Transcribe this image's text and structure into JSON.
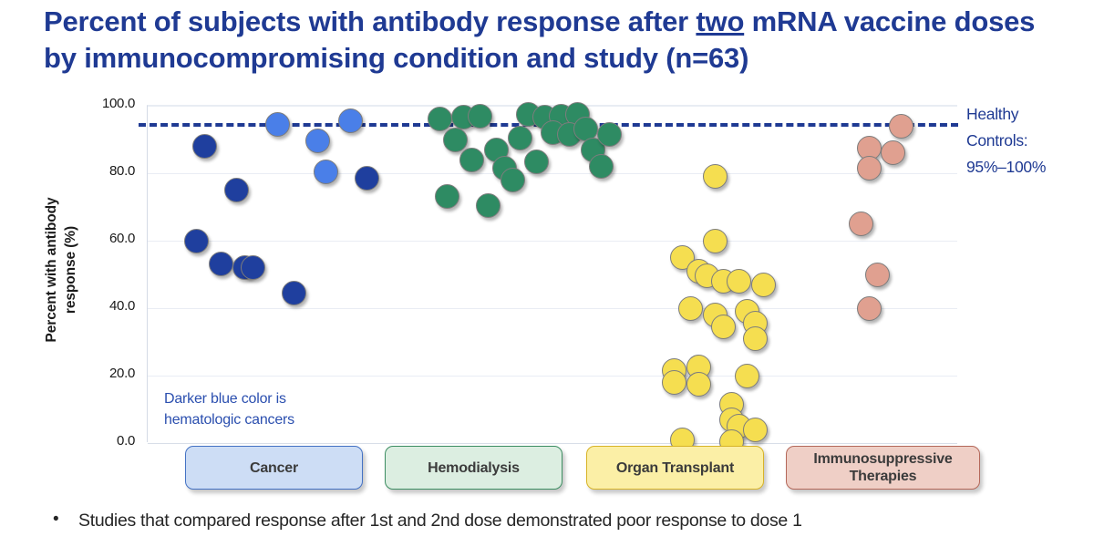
{
  "title": {
    "line1_pre": "Percent of subjects with antibody response after ",
    "line1_underlined": "two",
    "line1_post": " mRNA vaccine",
    "line2": "doses by immunocompromising condition and study (n=63)"
  },
  "annotations": {
    "healthy_controls": "Healthy Controls: 95%–100%",
    "healthy_controls_l1": "Healthy",
    "healthy_controls_l2": "Controls:",
    "healthy_controls_l3": "95%–100%",
    "blue_note_l1": "Darker blue color is",
    "blue_note_l2": "hematologic cancers"
  },
  "bullet": {
    "marker": "•",
    "text": "Studies that compared response after 1st and 2nd dose demonstrated poor response to dose 1"
  },
  "categories": [
    {
      "label": "Cancer",
      "fill": "#CDDDF5",
      "border": "#4472C4"
    },
    {
      "label": "Hemodialysis",
      "fill": "#DCEEE1",
      "border": "#3E8E63"
    },
    {
      "label": "Organ Transplant",
      "fill": "#FBEFA6",
      "border": "#D7B327"
    },
    {
      "label": "Immunosuppressive Therapies",
      "fill": "#EFCFC6",
      "border": "#B4685A"
    }
  ],
  "colors": {
    "title": "#1F3A93",
    "refline": "#1F3A93",
    "cancer_hematologic": "#1F3F9E",
    "cancer_other": "#4A7FE8",
    "hemodialysis": "#2E8B63",
    "organ_transplant": "#F5DE50",
    "immunosuppressive": "#E0A090",
    "dot_border": "#7D7D7D",
    "gridline": "#E9EDF4"
  },
  "chart_data": {
    "type": "scatter",
    "title": "Percent of subjects with antibody response after two mRNA vaccine doses by immunocompromising condition and study (n=63)",
    "xlabel": "",
    "ylabel": "Percent with antibody response (%)",
    "ylim": [
      0,
      100
    ],
    "yticks": [
      "0.0",
      "20.0",
      "40.0",
      "60.0",
      "80.0",
      "100.0"
    ],
    "grid": true,
    "legend": "none",
    "reference_line": {
      "label": "Healthy Controls: 95%–100%",
      "value": 95,
      "style": "dashed",
      "color": "#1F3A93"
    },
    "categories": [
      "Cancer",
      "Hemodialysis",
      "Organ Transplant",
      "Immunosuppressive Therapies"
    ],
    "series": [
      {
        "name": "Cancer – hematologic (darker blue)",
        "color": "#1F3F9E",
        "category": "Cancer",
        "points": [
          {
            "x": 7,
            "y": 88
          },
          {
            "x": 6,
            "y": 60
          },
          {
            "x": 11,
            "y": 75
          },
          {
            "x": 9,
            "y": 53
          },
          {
            "x": 12,
            "y": 52
          },
          {
            "x": 13,
            "y": 52
          },
          {
            "x": 18,
            "y": 44.5
          },
          {
            "x": 27,
            "y": 78.5
          }
        ]
      },
      {
        "name": "Cancer – other (lighter blue)",
        "color": "#4A7FE8",
        "category": "Cancer",
        "points": [
          {
            "x": 16,
            "y": 94.5
          },
          {
            "x": 21,
            "y": 89.5
          },
          {
            "x": 25,
            "y": 95.5
          },
          {
            "x": 22,
            "y": 80.5
          }
        ]
      },
      {
        "name": "Hemodialysis",
        "color": "#2E8B63",
        "category": "Hemodialysis",
        "points": [
          {
            "x": 36,
            "y": 96
          },
          {
            "x": 39,
            "y": 96.5
          },
          {
            "x": 41,
            "y": 97
          },
          {
            "x": 38,
            "y": 90
          },
          {
            "x": 40,
            "y": 84
          },
          {
            "x": 37,
            "y": 73
          },
          {
            "x": 43,
            "y": 87
          },
          {
            "x": 44,
            "y": 81.5
          },
          {
            "x": 47,
            "y": 97.5
          },
          {
            "x": 49,
            "y": 96.5
          },
          {
            "x": 51,
            "y": 97
          },
          {
            "x": 53,
            "y": 97.5
          },
          {
            "x": 46,
            "y": 90.5
          },
          {
            "x": 48,
            "y": 83.5
          },
          {
            "x": 50,
            "y": 92
          },
          {
            "x": 52,
            "y": 91.5
          },
          {
            "x": 54,
            "y": 93
          },
          {
            "x": 45,
            "y": 78
          },
          {
            "x": 42,
            "y": 70.5
          },
          {
            "x": 55,
            "y": 87
          },
          {
            "x": 56,
            "y": 82
          },
          {
            "x": 57,
            "y": 91.5
          }
        ]
      },
      {
        "name": "Organ Transplant",
        "color": "#F5DE50",
        "category": "Organ Transplant",
        "points": [
          {
            "x": 70,
            "y": 79
          },
          {
            "x": 66,
            "y": 55
          },
          {
            "x": 68,
            "y": 51
          },
          {
            "x": 70,
            "y": 60
          },
          {
            "x": 69,
            "y": 49.5
          },
          {
            "x": 71,
            "y": 48
          },
          {
            "x": 73,
            "y": 48
          },
          {
            "x": 76,
            "y": 47
          },
          {
            "x": 67,
            "y": 40
          },
          {
            "x": 70,
            "y": 38
          },
          {
            "x": 71,
            "y": 34.5
          },
          {
            "x": 74,
            "y": 39
          },
          {
            "x": 75,
            "y": 35.5
          },
          {
            "x": 75,
            "y": 31
          },
          {
            "x": 65,
            "y": 21.5
          },
          {
            "x": 68,
            "y": 22.5
          },
          {
            "x": 65,
            "y": 18
          },
          {
            "x": 68,
            "y": 17.5
          },
          {
            "x": 74,
            "y": 20
          },
          {
            "x": 72,
            "y": 11.5
          },
          {
            "x": 72,
            "y": 7
          },
          {
            "x": 73,
            "y": 5
          },
          {
            "x": 75,
            "y": 4
          },
          {
            "x": 66,
            "y": 1
          },
          {
            "x": 72,
            "y": 0.5
          }
        ]
      },
      {
        "name": "Immunosuppressive Therapies",
        "color": "#E0A090",
        "category": "Immunosuppressive Therapies",
        "points": [
          {
            "x": 93,
            "y": 94
          },
          {
            "x": 89,
            "y": 87.5
          },
          {
            "x": 92,
            "y": 86
          },
          {
            "x": 89,
            "y": 81.5
          },
          {
            "x": 88,
            "y": 65
          },
          {
            "x": 90,
            "y": 50
          },
          {
            "x": 89,
            "y": 40
          }
        ]
      }
    ]
  }
}
